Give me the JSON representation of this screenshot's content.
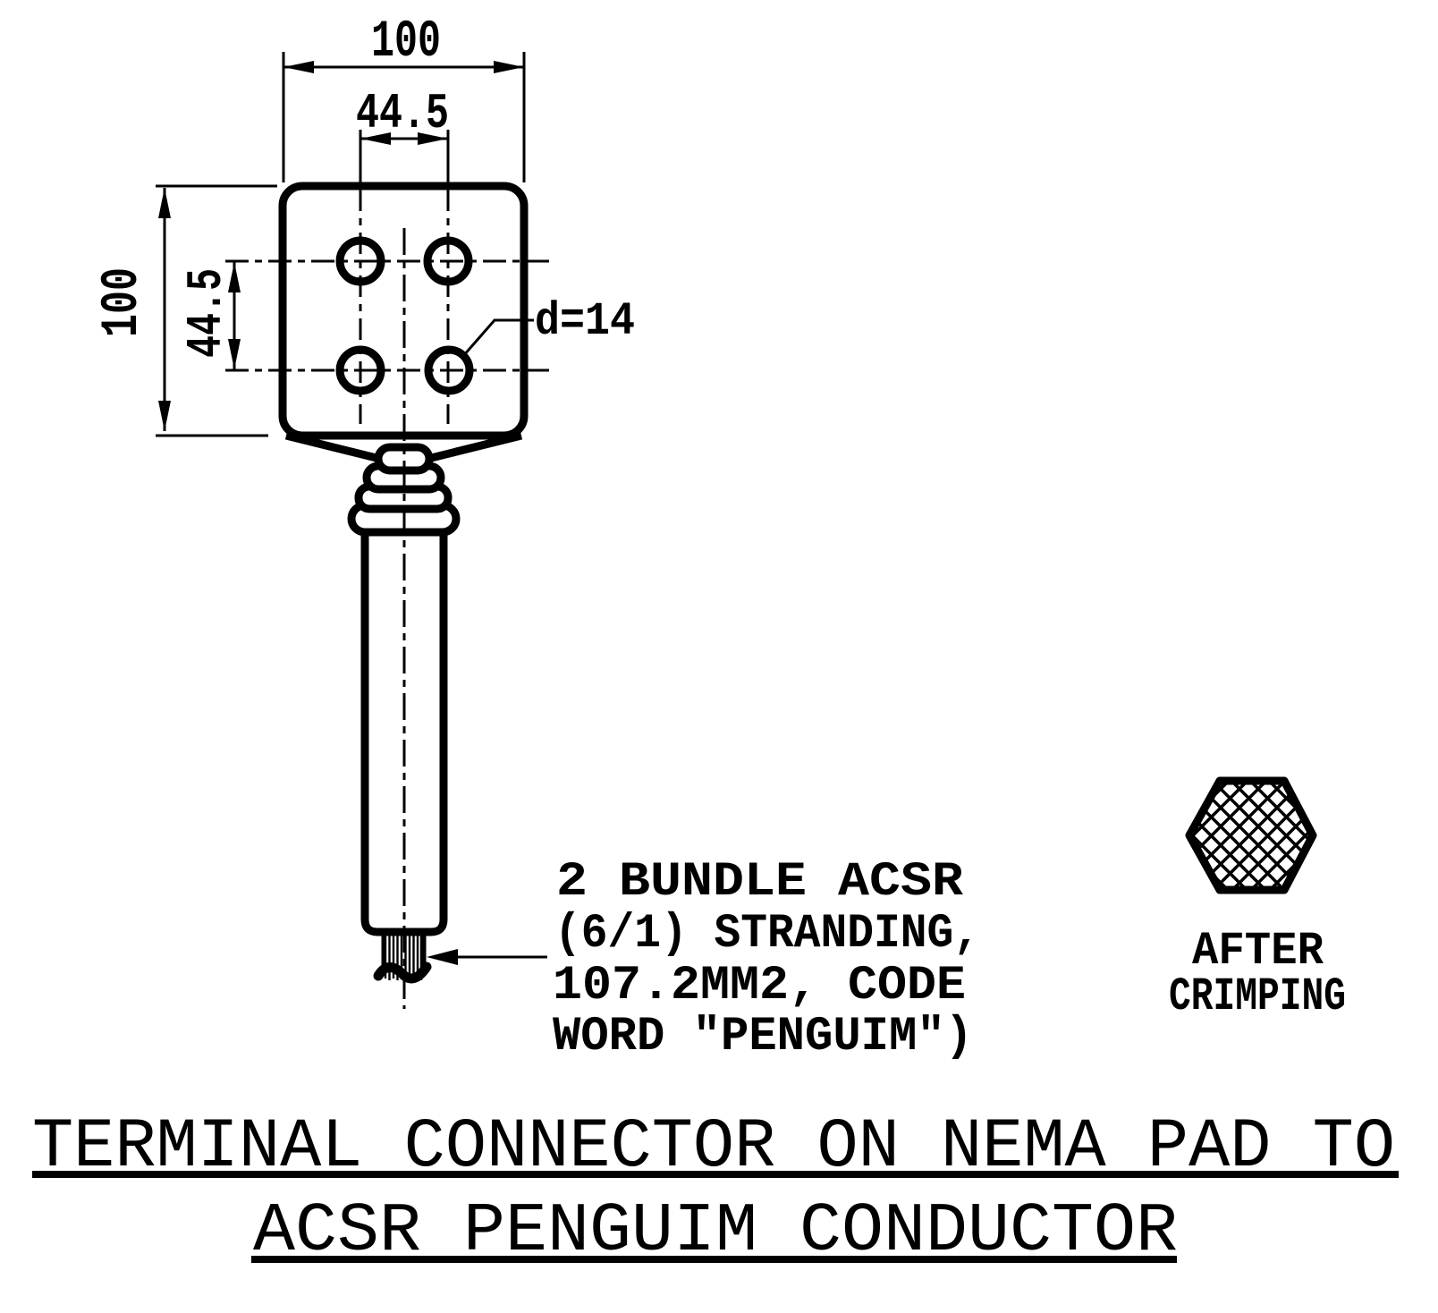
{
  "page": {
    "background": "#ffffff",
    "ink": "#000000"
  },
  "drawing": {
    "pad": {
      "width_dim": "100",
      "hole_pitch_h_dim": "44.5",
      "height_dim": "100",
      "hole_pitch_v_dim": "44.5",
      "hole_diameter_label": "d=14",
      "hole_count": 4
    },
    "conductor_note": [
      "2 BUNDLE ACSR",
      "(6/1) STRANDING,",
      "107.2MM2, CODE",
      "WORD \"PENGUIM\")"
    ],
    "crimp_section": {
      "label_line1": "AFTER",
      "label_line2": "CRIMPING"
    },
    "title_line1": "TERMINAL CONNECTOR ON NEMA PAD TO",
    "title_line2": "ACSR PENGUIM CONDUCTOR"
  }
}
